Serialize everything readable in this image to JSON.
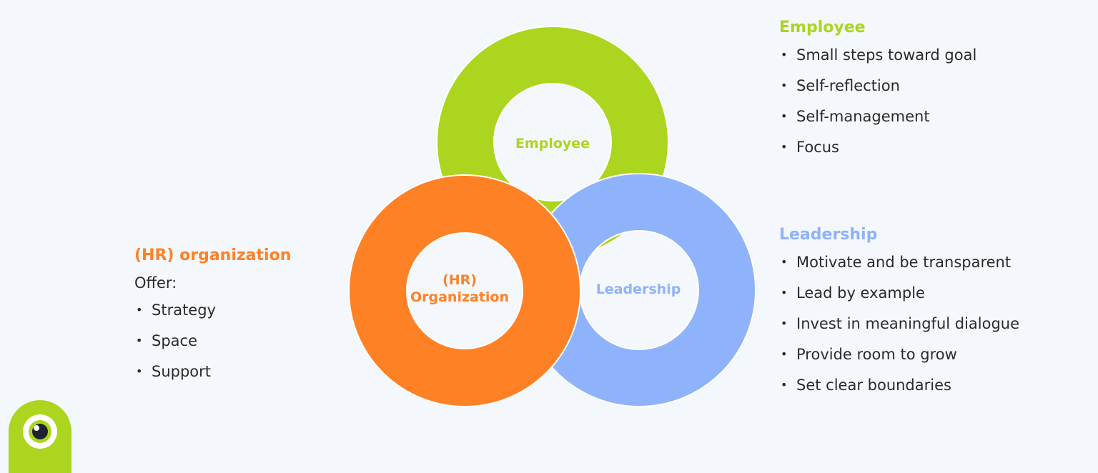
{
  "diagram": {
    "circles": {
      "employee": {
        "label": "Employee",
        "color": "#acd520"
      },
      "organization": {
        "label_lines": [
          "(HR)",
          "Organization"
        ],
        "color": "#ff8126"
      },
      "leadership": {
        "label": "Leadership",
        "color": "#8fb3fb"
      }
    }
  },
  "panels": {
    "hr": {
      "title": "(HR) organization",
      "title_color": "#ff8126",
      "intro": "Offer:",
      "items": [
        "Strategy",
        "Space",
        "Support"
      ]
    },
    "employee": {
      "title": "Employee",
      "title_color": "#acd520",
      "items": [
        "Small steps toward goal",
        "Self-reflection",
        "Self-management",
        "Focus"
      ]
    },
    "leadership": {
      "title": "Leadership",
      "title_color": "#8fb3fb",
      "items": [
        "Motivate and be transparent",
        "Lead by example",
        "Invest in meaningful dialogue",
        "Provide room to grow",
        "Set clear boundaries"
      ]
    }
  },
  "bullet_glyph": "•",
  "logo": {
    "name": "eye-logo-icon",
    "color": "#acd520"
  }
}
